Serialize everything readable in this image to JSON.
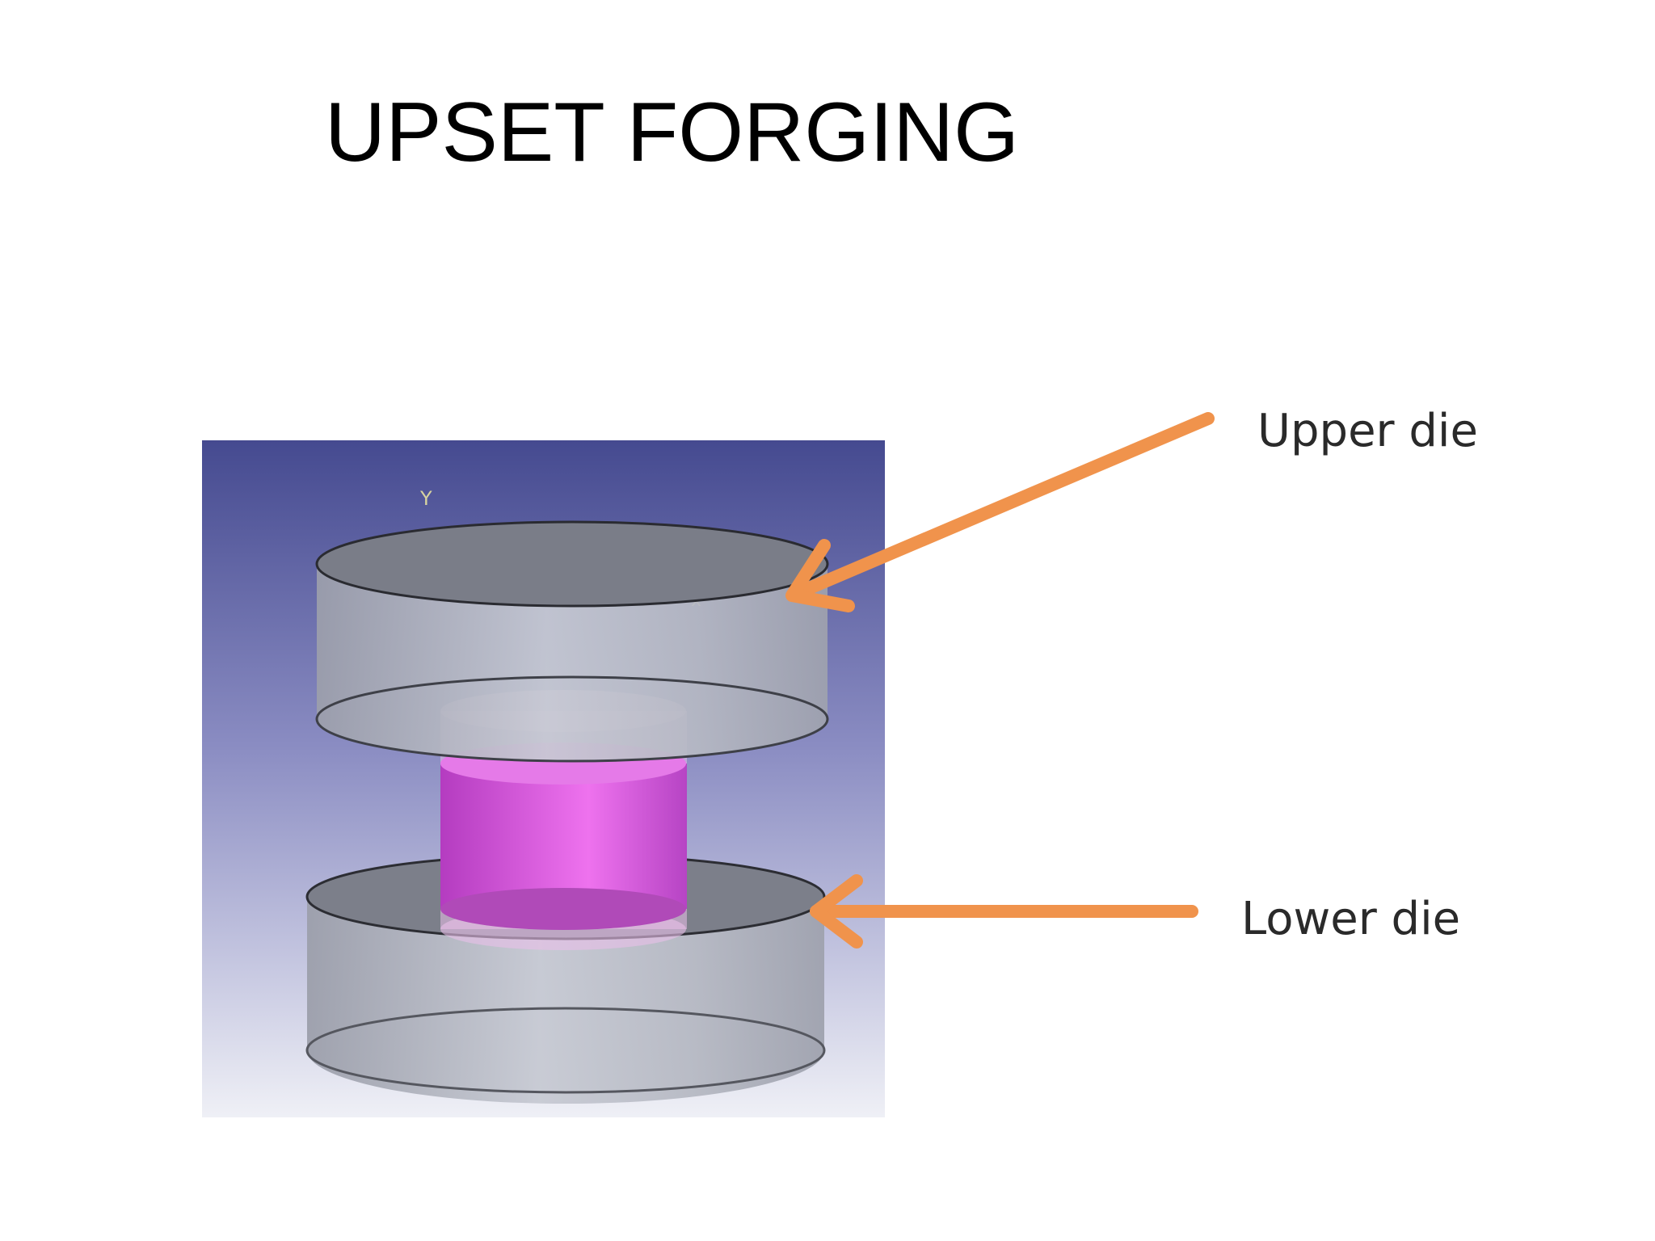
{
  "title": "UPSET FORGING",
  "labels": {
    "upper_die": "Upper die",
    "lower_die": "Lower die"
  },
  "colors": {
    "background_top": "#474b92",
    "background_bottom": "#eceef4",
    "die": "#b9bcc6",
    "die_top_face": "#7a7d88",
    "workpiece": "#e46ee6",
    "arrow": "#f0934c"
  }
}
